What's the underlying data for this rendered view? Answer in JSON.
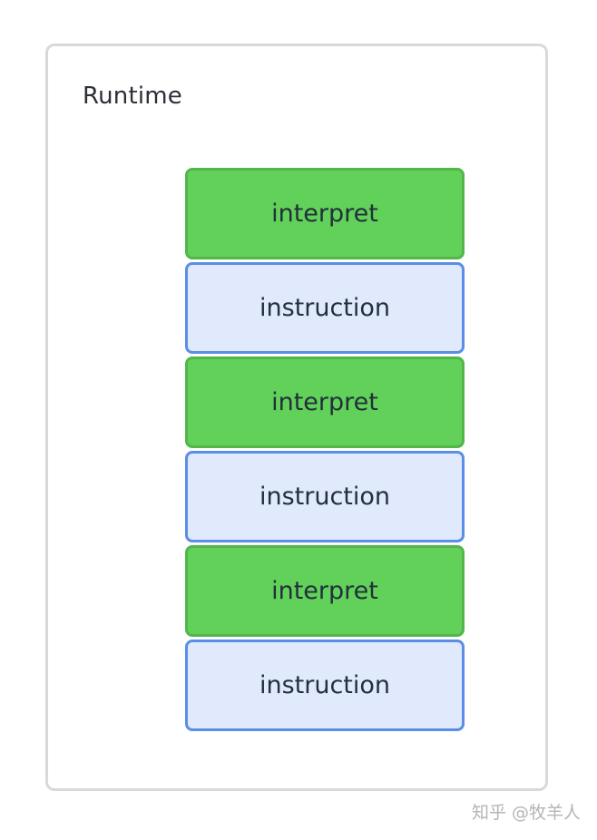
{
  "diagram": {
    "title": "Runtime",
    "blocks": [
      {
        "kind": "interpret",
        "label": "interpret"
      },
      {
        "kind": "instruction",
        "label": "instruction"
      },
      {
        "kind": "interpret",
        "label": "interpret"
      },
      {
        "kind": "instruction",
        "label": "instruction"
      },
      {
        "kind": "interpret",
        "label": "interpret"
      },
      {
        "kind": "instruction",
        "label": "instruction"
      }
    ]
  },
  "watermark": "知乎 @牧羊人",
  "colors": {
    "interpret_fill": "#62d159",
    "interpret_border": "#52b64b",
    "instruction_fill": "#e1eafc",
    "instruction_border": "#5b8ee6",
    "container_border": "#d9d9d9"
  }
}
